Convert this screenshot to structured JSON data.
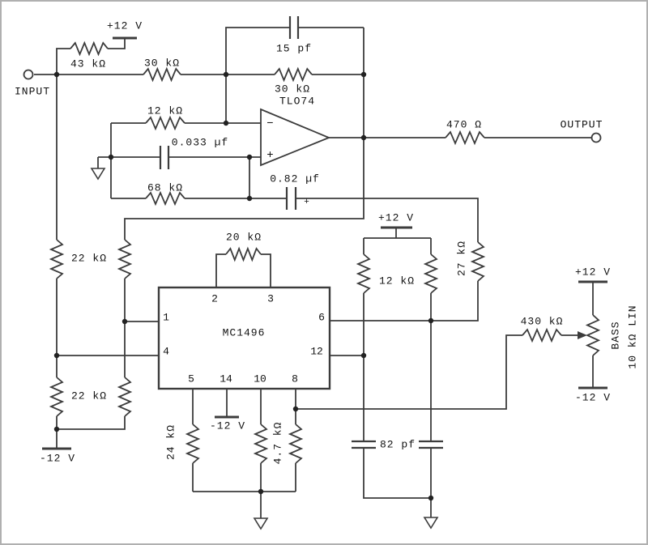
{
  "figure": {
    "type": "circuit-schematic",
    "background": "#ffffff",
    "line_color": "#3c3c3c",
    "text_color": "#111111",
    "border_color": "#b0b0b0"
  },
  "terminals": {
    "input": "INPUT",
    "output": "OUTPUT"
  },
  "power": {
    "vcc_top": "+12 V",
    "vcc_mid": "+12 V",
    "vcc_pot": "+12 V",
    "vee_left": "-12 V",
    "vee_pin14": "-12 V",
    "vee_pot": "-12 V"
  },
  "components": {
    "r43k": "43 kΩ",
    "r30k_input": "30 kΩ",
    "c15pf": "15 pf",
    "r30k_feedback": "30 kΩ",
    "opamp": "TLO74",
    "opamp_minus": "−",
    "opamp_plus": "+",
    "r12k_inverting": "12 kΩ",
    "c0033": "0.033 µf",
    "r68k": "68 kΩ",
    "c082": "0.82 µf",
    "c082_polarity": "+",
    "r470": "470 Ω",
    "r20k": "20 kΩ",
    "ic": "MC1496",
    "r22k_upper": "22 kΩ",
    "r22k_lower": "22 kΩ",
    "r12k_pair": "12 kΩ",
    "r27k": "27 kΩ",
    "r24k": "24 kΩ",
    "r4_7k": "4.7 kΩ",
    "c82pf": "82 pf",
    "r430k": "430 kΩ",
    "pot_name": "BASS",
    "pot_value": "10 kΩ LIN"
  },
  "ic_pins": {
    "p1": "1",
    "p2": "2",
    "p3": "3",
    "p4": "4",
    "p5": "5",
    "p6": "6",
    "p8": "8",
    "p10": "10",
    "p12": "12",
    "p14": "14"
  }
}
